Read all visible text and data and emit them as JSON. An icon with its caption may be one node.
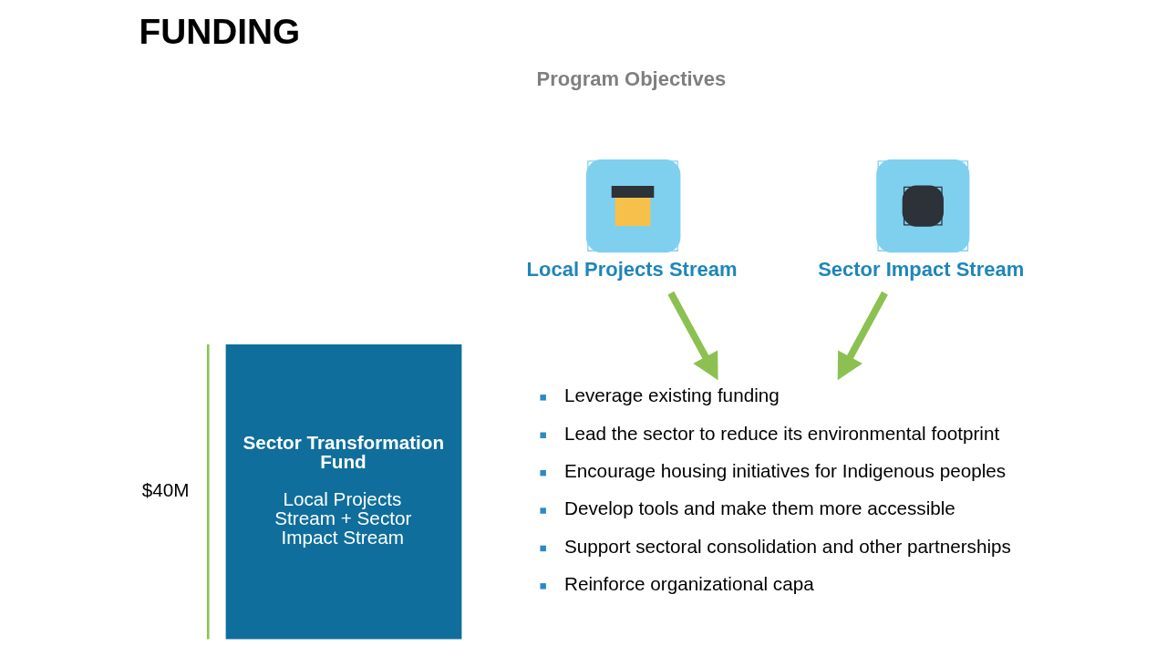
{
  "diagram": {
    "title": "FUNDING",
    "nodes": [
      {
        "text": [
          "Sector Transformation Fund",
          "Local Projects Stream + Sector Impact Stream"
        ],
        "beside": [
          "$40M"
        ]
      },
      {
        "text": [
          "Local Projects Stream"
        ]
      },
      {
        "text": [
          "Sector Impact Stream"
        ]
      },
      {
        "text": [
          "Leverage existing funding",
          "Lead the sector to reduce its environmental footprint",
          "Encourage housing initiatives for Indigenous peoples",
          "Develop tools and make them more accessible",
          "Support sectoral consolidation and other partnerships",
          "Reinforce organizational capa"
        ]
      }
    ],
    "edges": [
      {
        "from": 1,
        "to": 3,
        "arrow": "to"
      },
      {
        "from": 2,
        "to": 3,
        "arrow": "to"
      }
    ],
    "labels": [
      "Program Objectives"
    ]
  }
}
